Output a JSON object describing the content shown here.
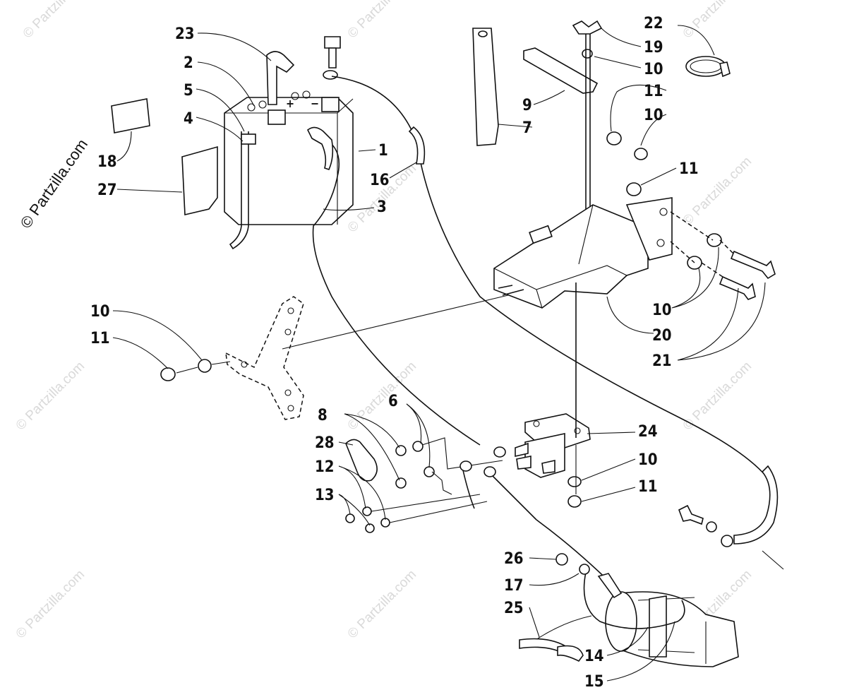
{
  "watermark": {
    "brand_text": "© Partzilla.com"
  },
  "callouts": {
    "c1": "1",
    "c2": "2",
    "c3": "3",
    "c4": "4",
    "c5": "5",
    "c6": "6",
    "c7": "7",
    "c8": "8",
    "c9": "9",
    "c10a": "10",
    "c10b": "10",
    "c10c": "10",
    "c10d": "10",
    "c10e": "10",
    "c11a": "11",
    "c11b": "11",
    "c11c": "11",
    "c11d": "11",
    "c12": "12",
    "c13": "13",
    "c14": "14",
    "c15": "15",
    "c16": "16",
    "c17": "17",
    "c18": "18",
    "c19": "19",
    "c20": "20",
    "c21": "21",
    "c22": "22",
    "c23": "23",
    "c24": "24",
    "c25": "25",
    "c26": "26",
    "c27": "27",
    "c28": "28"
  }
}
